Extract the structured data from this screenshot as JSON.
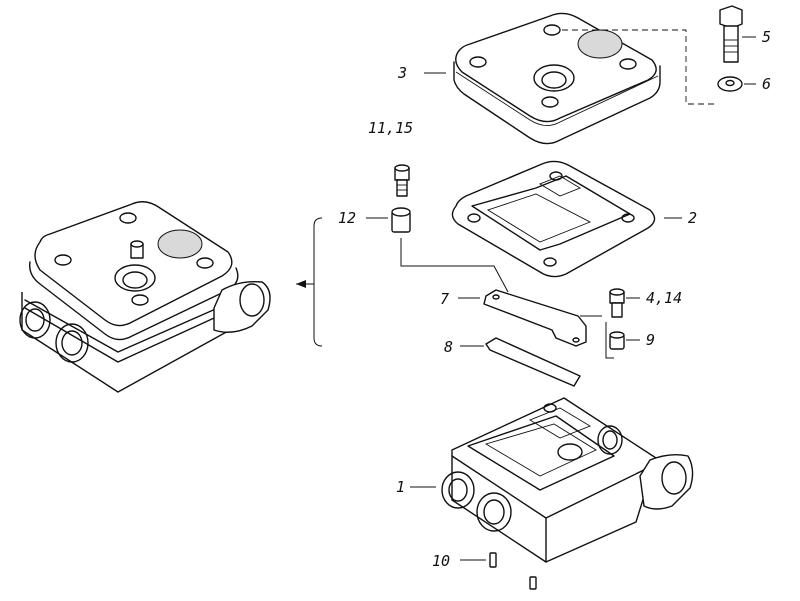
{
  "diagram": {
    "callouts": {
      "c1": "1",
      "c2": "2",
      "c3": "3",
      "c4": "4,14",
      "c5": "5",
      "c6": "6",
      "c7": "7",
      "c8": "8",
      "c9": "9",
      "c10": "10",
      "c11": "11,15",
      "c12": "12"
    }
  }
}
